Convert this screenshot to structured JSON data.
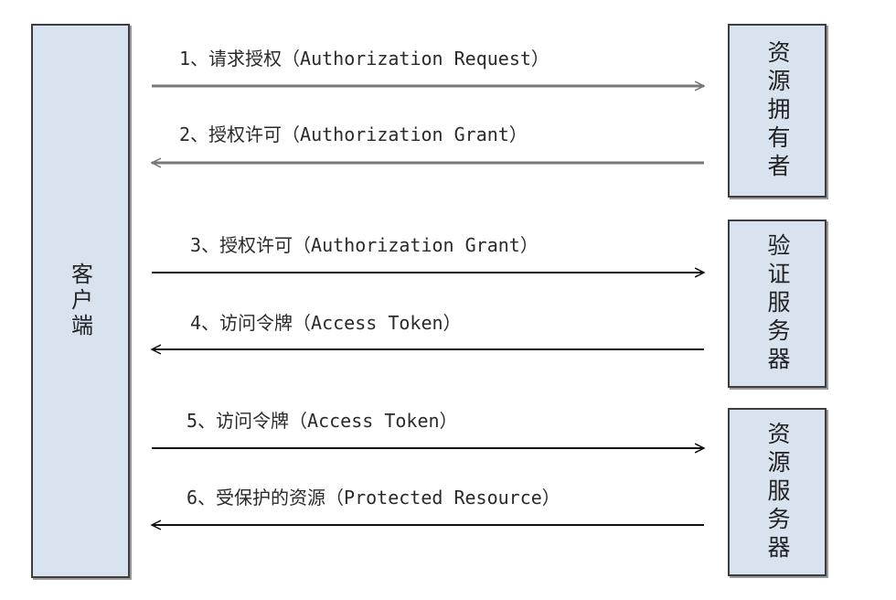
{
  "participants": {
    "client": "客户端",
    "resource_owner": "资源拥有者",
    "authorization_server": "验证服务器",
    "resource_server": "资源服务器"
  },
  "messages": [
    {
      "label": "1、请求授权（Authorization Request）",
      "direction": "right"
    },
    {
      "label": "2、授权许可（Authorization Grant）",
      "direction": "left"
    },
    {
      "label": "3、授权许可（Authorization Grant）",
      "direction": "right"
    },
    {
      "label": "4、访问令牌（Access Token）",
      "direction": "left"
    },
    {
      "label": "5、访问令牌（Access Token）",
      "direction": "right"
    },
    {
      "label": "6、受保护的资源（Protected Resource）",
      "direction": "left"
    }
  ],
  "colors": {
    "box_fill": "#d9e3f0",
    "gray_arrow": "#777777",
    "black_arrow": "#111111"
  }
}
